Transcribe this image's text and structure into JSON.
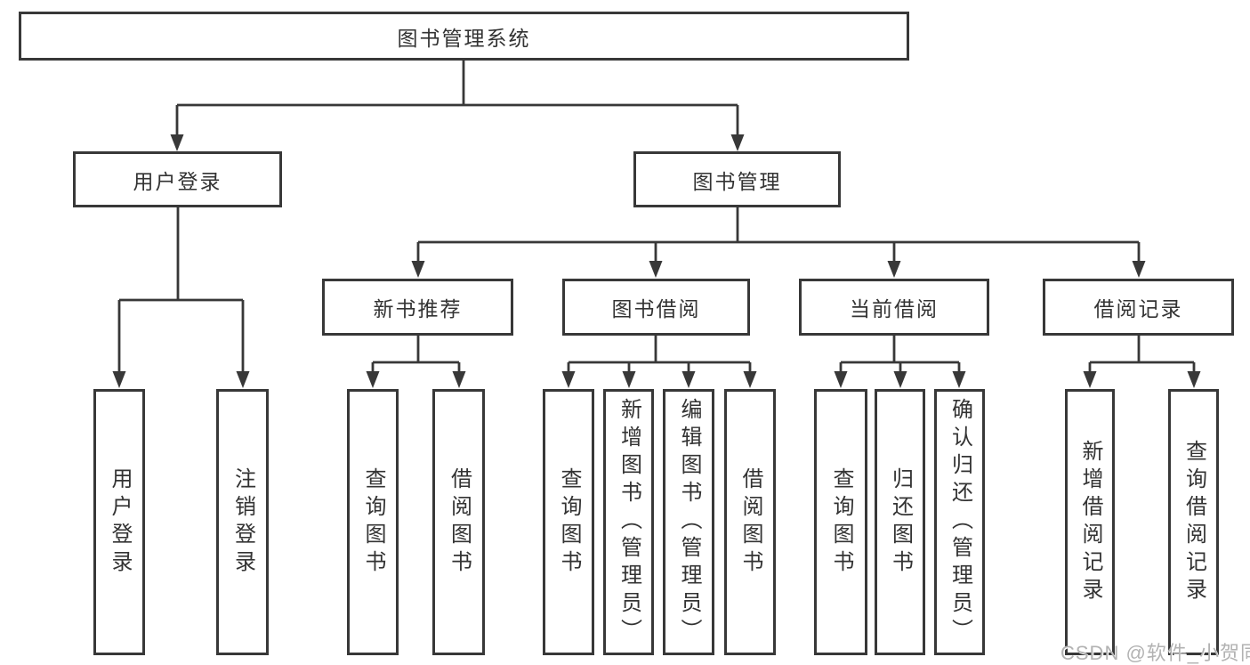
{
  "diagram": {
    "root_label": "图书管理系统",
    "branches": [
      {
        "label": "用户登录",
        "children": [
          {
            "label": "用户登录"
          },
          {
            "label": "注销登录"
          }
        ]
      },
      {
        "label": "图书管理",
        "children": [
          {
            "label": "新书推荐",
            "children": [
              {
                "label": "查询图书"
              },
              {
                "label": "借阅图书"
              }
            ]
          },
          {
            "label": "图书借阅",
            "children": [
              {
                "label": "查询图书"
              },
              {
                "label": "新增图书（管理员）"
              },
              {
                "label": "编辑图书（管理员）"
              },
              {
                "label": "借阅图书"
              }
            ]
          },
          {
            "label": "当前借阅",
            "children": [
              {
                "label": "查询图书"
              },
              {
                "label": "归还图书"
              },
              {
                "label": "确认归还（管理员）"
              }
            ]
          },
          {
            "label": "借阅记录",
            "children": [
              {
                "label": "新增借阅记录"
              },
              {
                "label": "查询借阅记录"
              }
            ]
          }
        ]
      }
    ]
  },
  "colors": {
    "line": "#383838",
    "text": "#333333",
    "watermark": "#b2b2b2"
  },
  "watermark": "CSDN @软件_小贺同学"
}
